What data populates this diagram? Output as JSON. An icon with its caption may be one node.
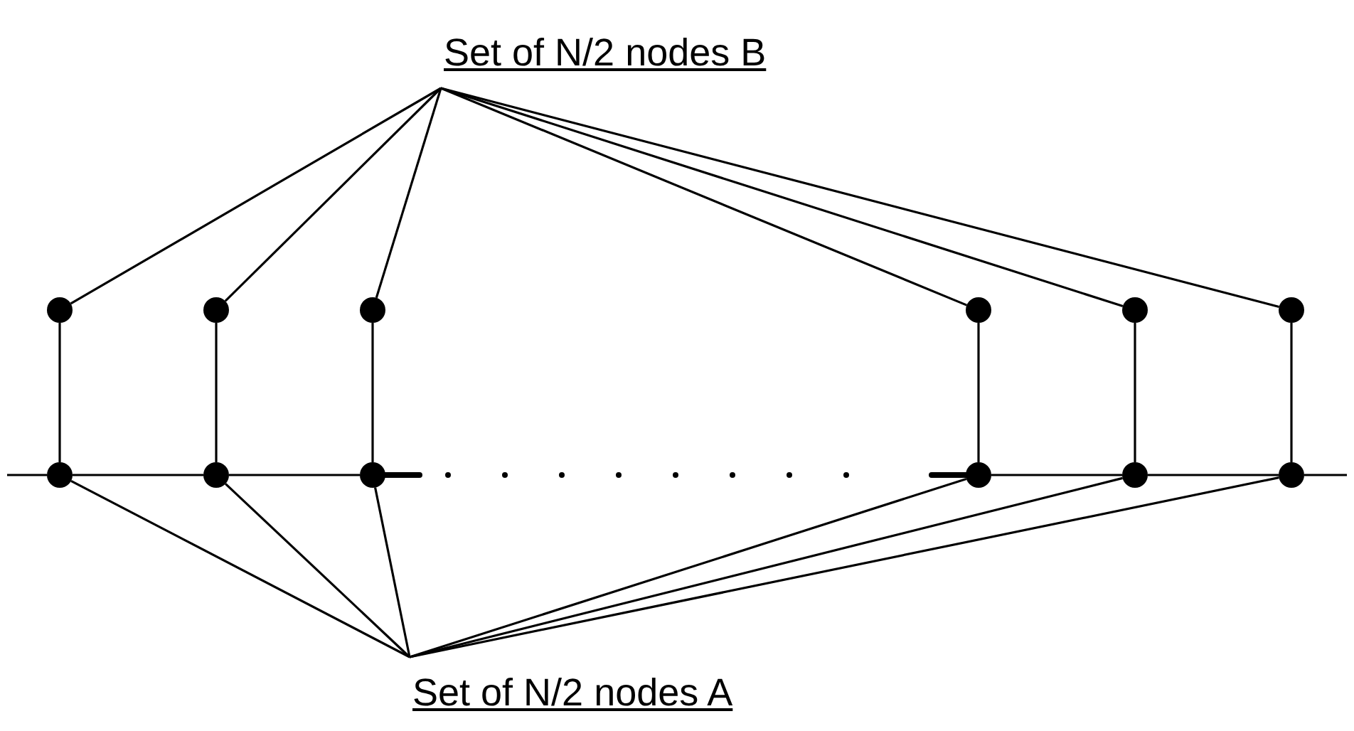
{
  "diagram": {
    "nodes": [
      {
        "text": [
          "Set of N/2 nodes B"
        ]
      },
      {
        "text": [],
        "shape": "circle"
      },
      {
        "text": [],
        "shape": "circle"
      },
      {
        "text": [],
        "shape": "circle"
      },
      {
        "text": [],
        "shape": "circle"
      },
      {
        "text": [],
        "shape": "circle"
      },
      {
        "text": [],
        "shape": "circle"
      },
      {
        "text": [],
        "shape": "circle"
      },
      {
        "text": [],
        "shape": "circle"
      },
      {
        "text": [],
        "shape": "circle"
      },
      {
        "text": [],
        "shape": "circle"
      },
      {
        "text": [],
        "shape": "circle"
      },
      {
        "text": [],
        "shape": "circle"
      },
      {
        "text": [
          "Set of N/2 nodes A"
        ]
      }
    ],
    "edges": [
      {
        "from": 0,
        "to": 1,
        "arrow": "none"
      },
      {
        "from": 0,
        "to": 2,
        "arrow": "none"
      },
      {
        "from": 0,
        "to": 3,
        "arrow": "none"
      },
      {
        "from": 0,
        "to": 4,
        "arrow": "none"
      },
      {
        "from": 0,
        "to": 5,
        "arrow": "none"
      },
      {
        "from": 0,
        "to": 6,
        "arrow": "none"
      },
      {
        "from": 1,
        "to": 7,
        "arrow": "none"
      },
      {
        "from": 2,
        "to": 8,
        "arrow": "none"
      },
      {
        "from": 3,
        "to": 9,
        "arrow": "none"
      },
      {
        "from": 4,
        "to": 10,
        "arrow": "none"
      },
      {
        "from": 5,
        "to": 11,
        "arrow": "none"
      },
      {
        "from": 6,
        "to": 12,
        "arrow": "none"
      },
      {
        "from": null,
        "to": 7,
        "arrow": "none"
      },
      {
        "from": 7,
        "to": 8,
        "arrow": "none"
      },
      {
        "from": 8,
        "to": 9,
        "arrow": "none"
      },
      {
        "from": 9,
        "to": 10,
        "arrow": "none",
        "style": "dashed"
      },
      {
        "from": 10,
        "to": 11,
        "arrow": "none"
      },
      {
        "from": 11,
        "to": 12,
        "arrow": "none"
      },
      {
        "from": 12,
        "to": null,
        "arrow": "none"
      },
      {
        "from": 13,
        "to": 7,
        "arrow": "none"
      },
      {
        "from": 13,
        "to": 8,
        "arrow": "none"
      },
      {
        "from": 13,
        "to": 9,
        "arrow": "none"
      },
      {
        "from": 13,
        "to": 10,
        "arrow": "none"
      },
      {
        "from": 13,
        "to": 11,
        "arrow": "none"
      },
      {
        "from": 13,
        "to": 12,
        "arrow": "none"
      }
    ]
  }
}
